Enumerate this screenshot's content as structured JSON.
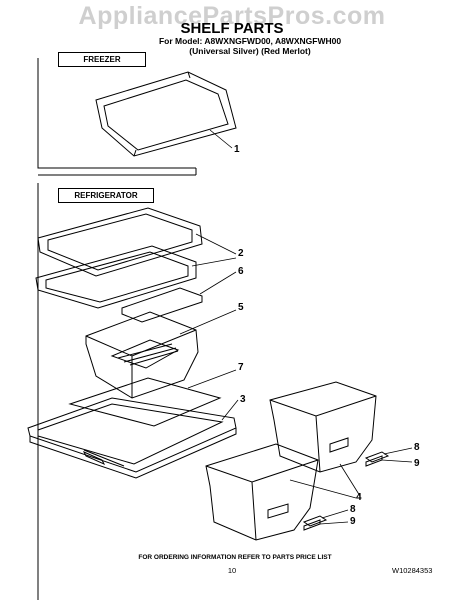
{
  "watermark": "AppliancePartsPros.com",
  "title": "SHELF PARTS",
  "model_line1": "For Model: A8WXNGFWD00, A8WXNGFWH00",
  "model_line2": "(Universal Silver)     (Red Merlot)",
  "sections": {
    "freezer": "FREEZER",
    "refrigerator": "REFRIGERATOR"
  },
  "callouts": [
    "1",
    "2",
    "6",
    "5",
    "7",
    "3",
    "4",
    "8",
    "9",
    "8",
    "9"
  ],
  "footer": {
    "note": "FOR ORDERING INFORMATION REFER TO PARTS PRICE LIST",
    "page": "10",
    "doc_id": "W10284353"
  },
  "colors": {
    "line": "#000000",
    "watermark": "#cfcfcf"
  }
}
